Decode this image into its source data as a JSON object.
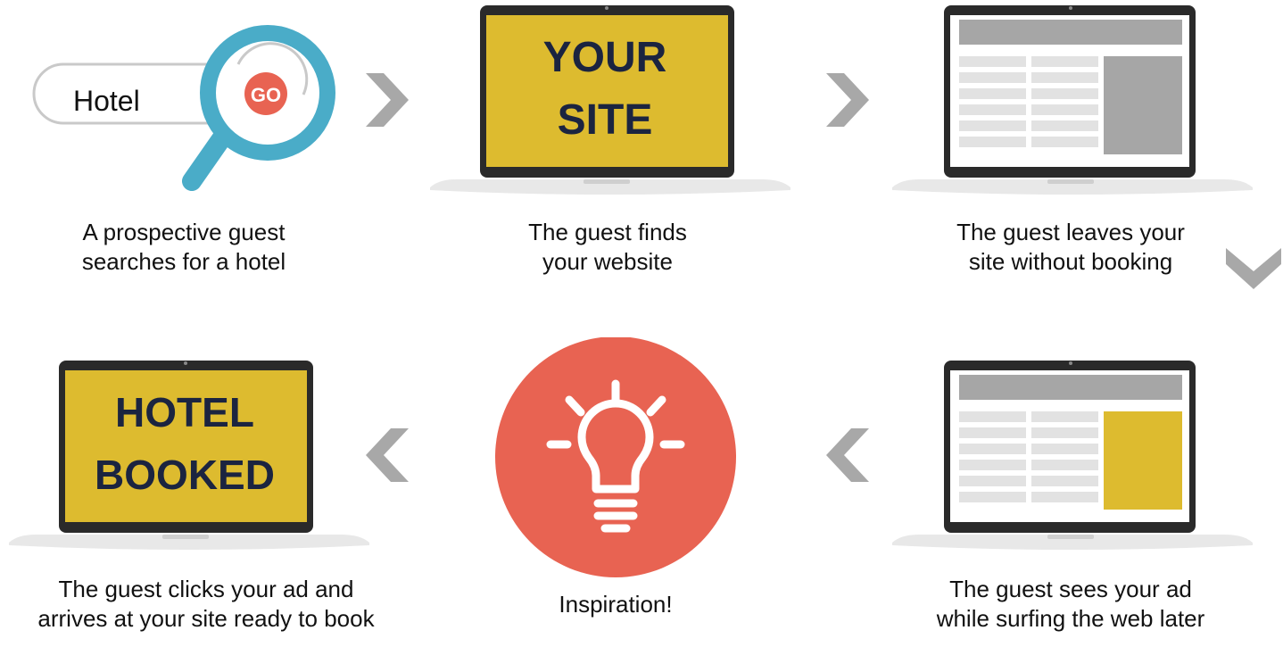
{
  "colors": {
    "yellow": "#DDBB2F",
    "navy": "#1B2440",
    "coral": "#E86352",
    "teal": "#4AACC8",
    "gray_arrow": "#A8A8A8",
    "laptop_frame": "#2A2A2A",
    "block_gray": "#A6A6A6",
    "row_gray": "#E2E2E2"
  },
  "search": {
    "query": "Hotel",
    "go_label": "GO"
  },
  "site_screen": {
    "line1": "YOUR",
    "line2": "SITE"
  },
  "booked_screen": {
    "line1": "HOTEL",
    "line2": "BOOKED"
  },
  "steps": [
    {
      "caption_line1": "A prospective guest",
      "caption_line2": "searches for a hotel"
    },
    {
      "caption_line1": "The guest finds",
      "caption_line2": "your website"
    },
    {
      "caption_line1": "The guest leaves your",
      "caption_line2": "site without booking"
    },
    {
      "caption_line1": "The guest sees your ad",
      "caption_line2": "while surfing the web later"
    },
    {
      "caption_line1": "Inspiration!"
    },
    {
      "caption_line1": "The guest clicks your ad and",
      "caption_line2": "arrives at your site ready to book"
    }
  ],
  "icons": {
    "search": "magnifier-icon",
    "laptop": "laptop-icon",
    "lightbulb": "lightbulb-icon",
    "next": "chevron-right-icon",
    "prev": "chevron-left-icon",
    "down": "chevron-down-icon"
  }
}
